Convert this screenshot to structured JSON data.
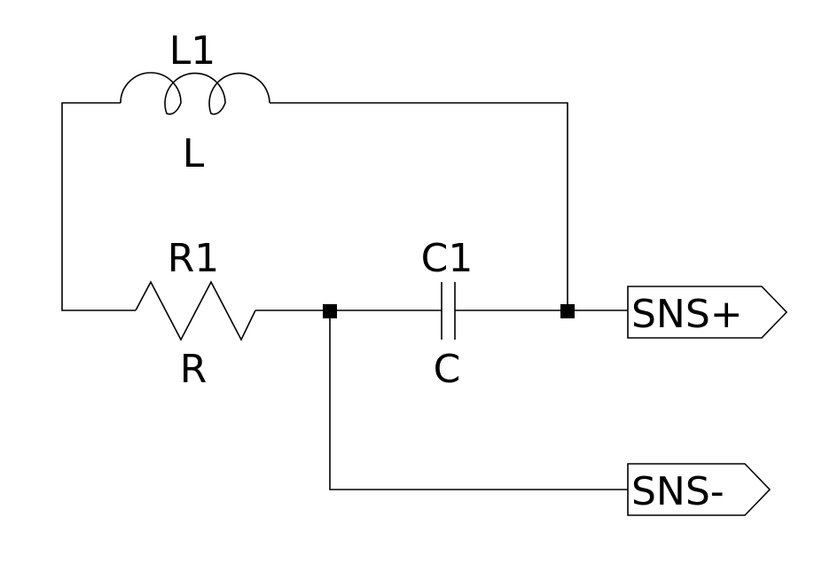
{
  "components": {
    "inductor": {
      "designator": "L1",
      "value": "L"
    },
    "resistor": {
      "designator": "R1",
      "value": "R"
    },
    "capacitor": {
      "designator": "C1",
      "value": "C"
    }
  },
  "ports": {
    "positive": {
      "label": "SNS+"
    },
    "negative": {
      "label": "SNS-"
    }
  },
  "colors": {
    "line": "#000000",
    "background": "#ffffff"
  }
}
